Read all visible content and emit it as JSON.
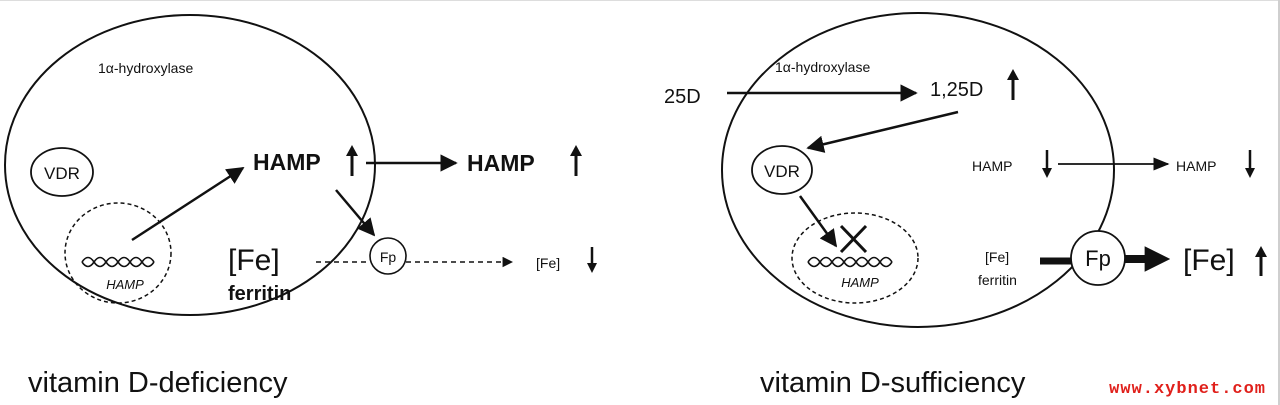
{
  "left_panel": {
    "enzyme": "1α-hydroxylase",
    "receptor": "VDR",
    "gene": "HAMP",
    "hamp_inside": "HAMP",
    "hamp_outside": "HAMP",
    "iron": "[Fe]",
    "ferritin": "ferritin",
    "transporter": "Fp",
    "iron_out": "[Fe]",
    "caption": "vitamin D-deficiency"
  },
  "right_panel": {
    "precursor": "25D",
    "enzyme": "1α-hydroxylase",
    "active": "1,25D",
    "receptor": "VDR",
    "gene": "HAMP",
    "hamp_inside": "HAMP",
    "hamp_outside": "HAMP",
    "iron": "[Fe]",
    "ferritin": "ferritin",
    "transporter": "Fp",
    "iron_out": "[Fe]",
    "caption": "vitamin D-sufficiency"
  },
  "watermark": "www.xybnet.com",
  "colors": {
    "ink": "#111111",
    "watermark": "#e0201b"
  }
}
